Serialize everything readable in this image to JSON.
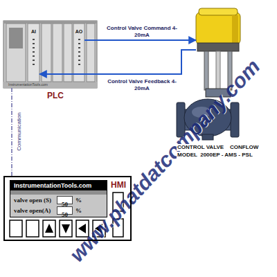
{
  "diagram": {
    "nodes": [
      {
        "text": [
          "PLC"
        ]
      },
      {
        "text": [
          "AI"
        ],
        "in": 0
      },
      {
        "text": [
          "AO"
        ],
        "in": 0
      },
      {
        "text": [
          "CONTROL VALVE    CONFLOW",
          "MODEL  2000EP - AMS - PSL"
        ]
      },
      {
        "text": [
          "HMI"
        ]
      },
      {
        "text": [
          "InstrumentationTools.com"
        ],
        "in": 4
      },
      {
        "text": [
          "50"
        ],
        "in": 5
      },
      {
        "text": [
          "50"
        ],
        "in": 5
      }
    ],
    "edges": [
      {
        "from": 2,
        "to": 3,
        "label": "Control Valve Command 4-20mA",
        "arrow": "to"
      },
      {
        "from": 3,
        "to": 1,
        "label": "Control Valve Feedback 4-20mA",
        "arrow": "to"
      },
      {
        "from": 0,
        "to": 4,
        "label": "Communication",
        "arrow": "none"
      }
    ],
    "labels": [
      "InstrumentationTools.com",
      "valve open (S)",
      "%",
      "valve open(A)",
      "%",
      "www.phatdatcompany.com"
    ]
  }
}
